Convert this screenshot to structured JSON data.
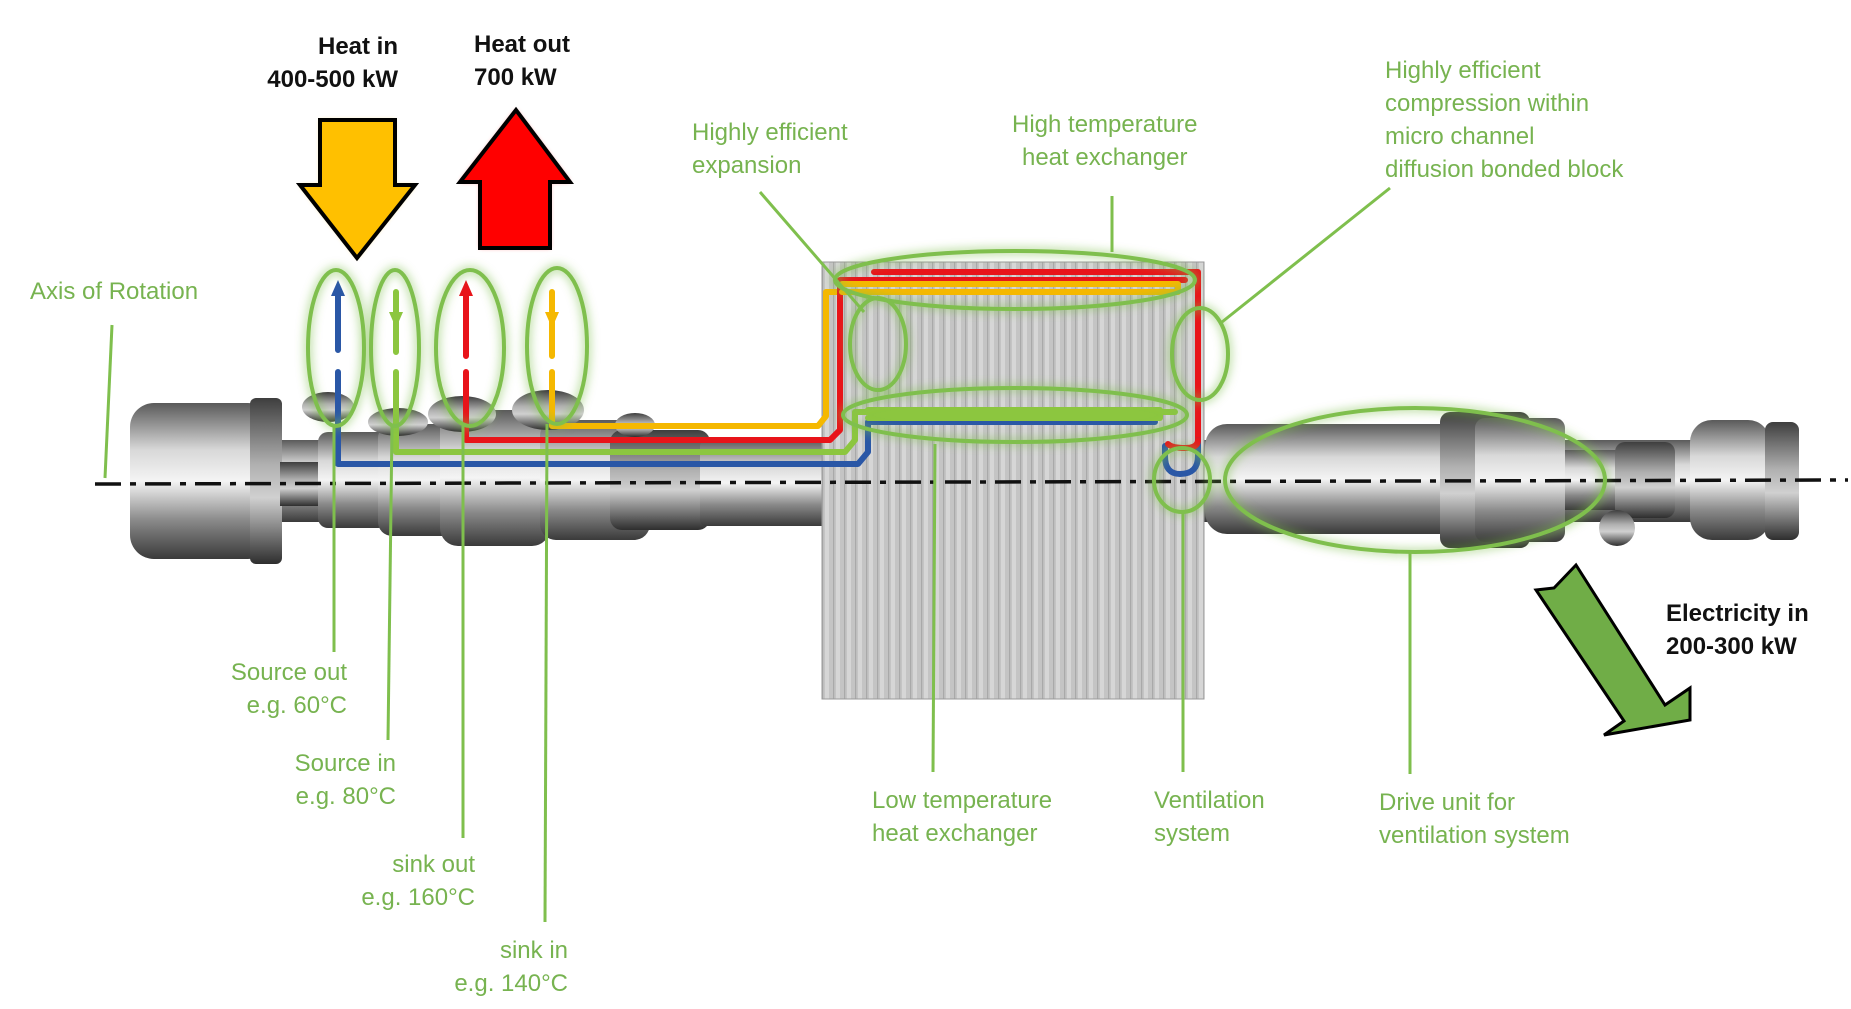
{
  "colors": {
    "label_green": "#77b350",
    "halo_green": "#7fbf4d",
    "pipe_blue": "#2a57a6",
    "pipe_green": "#8cc63f",
    "pipe_red": "#e8141a",
    "pipe_yellow": "#f5b800",
    "heat_in_arrow": "#ffc000",
    "heat_out_arrow": "#ff0000",
    "electricity_arrow": "#70ad47"
  },
  "labels": {
    "heat_in": [
      "Heat in",
      "400-500 kW"
    ],
    "heat_out": [
      "Heat out",
      "700 kW"
    ],
    "electricity_in": [
      "Electricity in",
      "200-300 kW"
    ],
    "axis_of_rotation": [
      "Axis of Rotation"
    ],
    "highly_efficient_expansion": [
      "Highly efficient",
      "expansion"
    ],
    "high_temperature_hx": [
      "High temperature",
      "heat exchanger"
    ],
    "highly_efficient_compression": [
      "Highly efficient",
      "compression within",
      "micro channel",
      "diffusion bonded block"
    ],
    "source_out": [
      "Source out",
      "e.g. 60°C"
    ],
    "source_in": [
      "Source in",
      "e.g. 80°C"
    ],
    "sink_out": [
      "sink out",
      "e.g. 160°C"
    ],
    "sink_in": [
      "sink in",
      "e.g. 140°C"
    ],
    "low_temperature_hx": [
      "Low temperature",
      "heat exchanger"
    ],
    "ventilation_system": [
      "Ventilation",
      "system"
    ],
    "drive_unit": [
      "Drive unit for",
      "ventilation system"
    ]
  }
}
